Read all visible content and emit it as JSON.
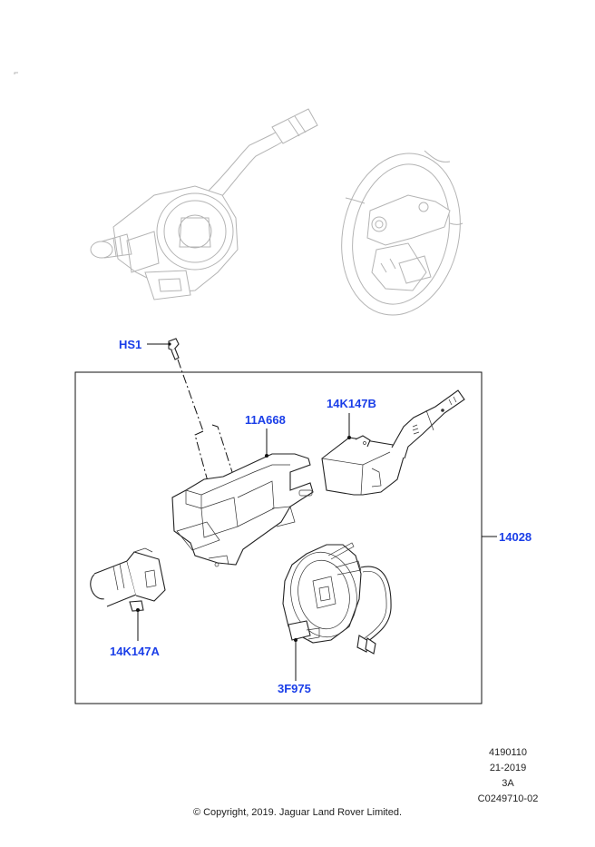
{
  "diagram": {
    "title": "Steering column switches and clockspring assembly",
    "callouts": [
      {
        "id": "hs1",
        "label": "HS1"
      },
      {
        "id": "11a668",
        "label": "11A668"
      },
      {
        "id": "14k147b",
        "label": "14K147B"
      },
      {
        "id": "14028",
        "label": "14028"
      },
      {
        "id": "14k147a",
        "label": "14K147A"
      },
      {
        "id": "3f975",
        "label": "3F975"
      }
    ],
    "overview_views": [
      "steering-column-switch-assembly",
      "steering-wheel"
    ]
  },
  "footer": {
    "ref_number": "4190110",
    "date_code": "21-2019",
    "variant": "3A",
    "illustration_id": "C0249710-02",
    "copyright": "© Copyright, 2019. Jaguar Land Rover Limited."
  },
  "colors": {
    "callout": "#1a3ee8",
    "line": "#111111",
    "ghost": "#b4b4b4"
  }
}
